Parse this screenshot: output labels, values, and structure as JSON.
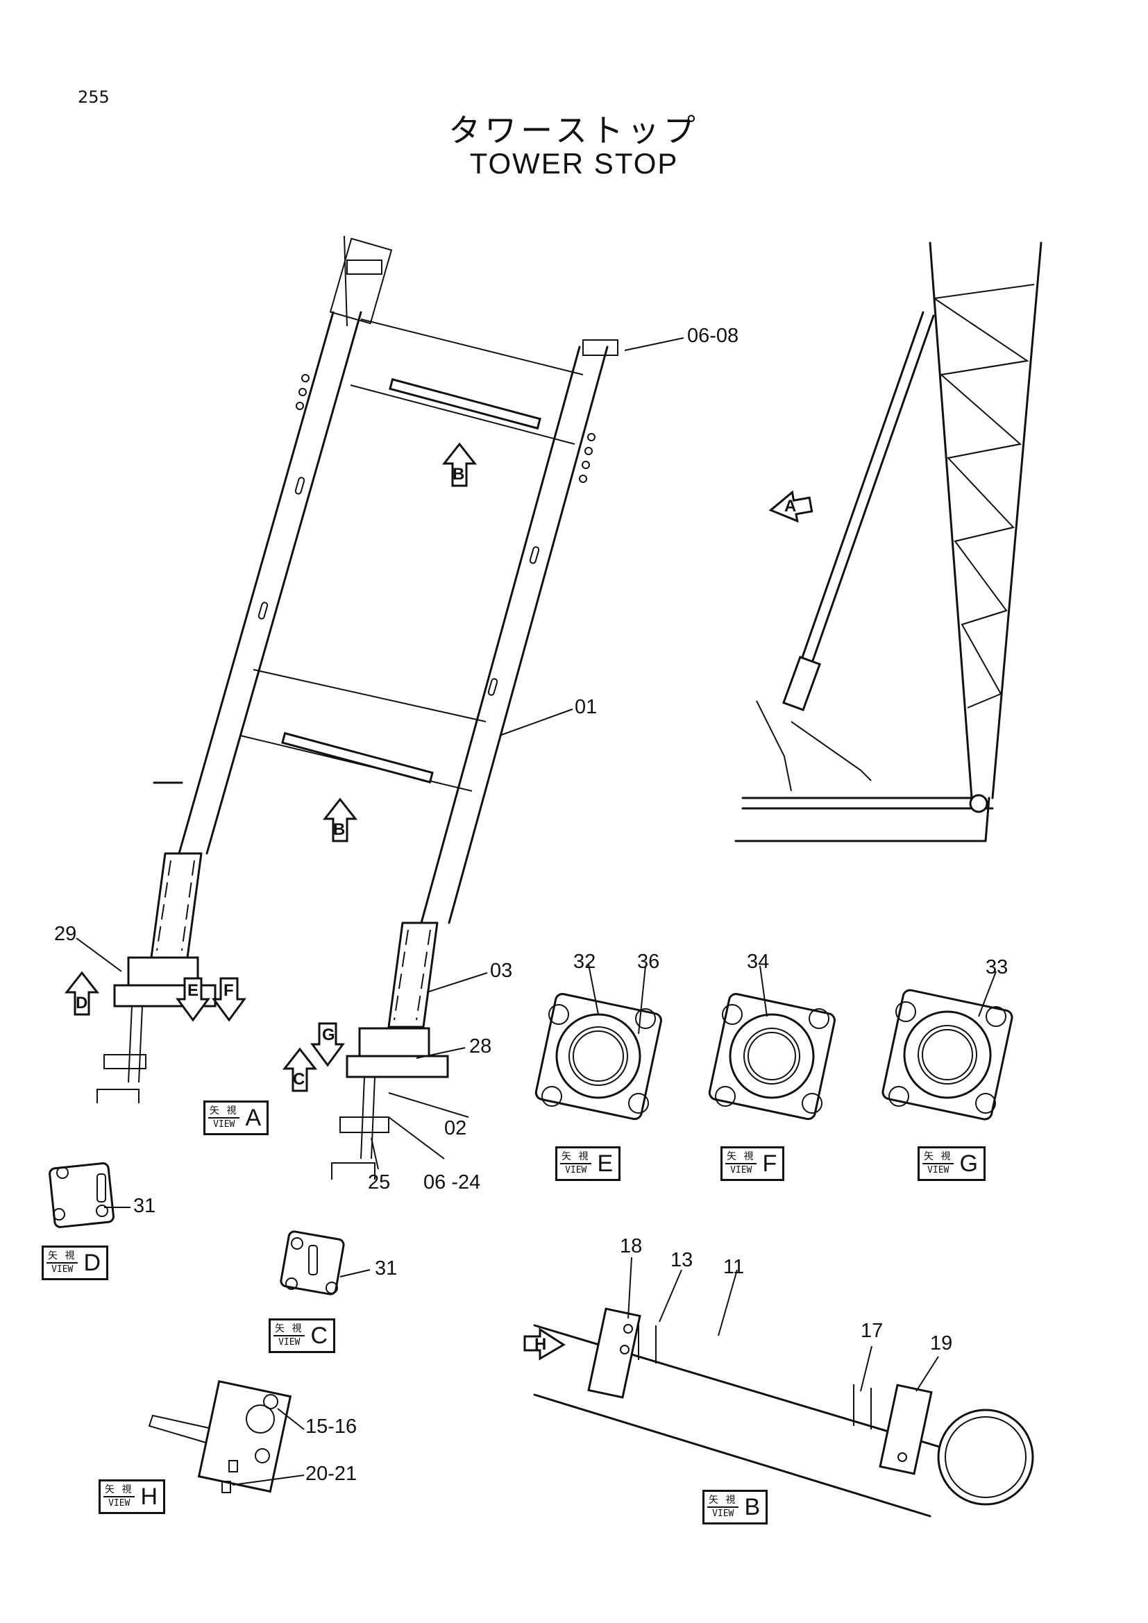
{
  "page": {
    "page_number": "255",
    "title_jp": "タワーストップ",
    "title_en": "TOWER STOP"
  },
  "callouts": {
    "p01": "01",
    "p02": "02",
    "p03": "03",
    "p06_08": "06-08",
    "p06_24": "06 -24",
    "p25": "25",
    "p28": "28",
    "p29": "29",
    "p31a": "31",
    "p31b": "31",
    "p32": "32",
    "p36": "36",
    "p34": "34",
    "p33": "33",
    "p18": "18",
    "p13": "13",
    "p11": "11",
    "p17": "17",
    "p19": "19",
    "p15_16": "15-16",
    "p20_21": "20-21"
  },
  "view_labels": {
    "prefix_jp": "矢 視",
    "prefix_en": "VIEW",
    "A": "A",
    "B": "B",
    "C": "C",
    "D": "D",
    "E": "E",
    "F": "F",
    "G": "G",
    "H": "H"
  },
  "direction_arrows": {
    "A": "A",
    "B1": "B",
    "B2": "B",
    "C": "C",
    "D": "D",
    "E": "E",
    "F": "F",
    "G": "G",
    "H": "H"
  }
}
